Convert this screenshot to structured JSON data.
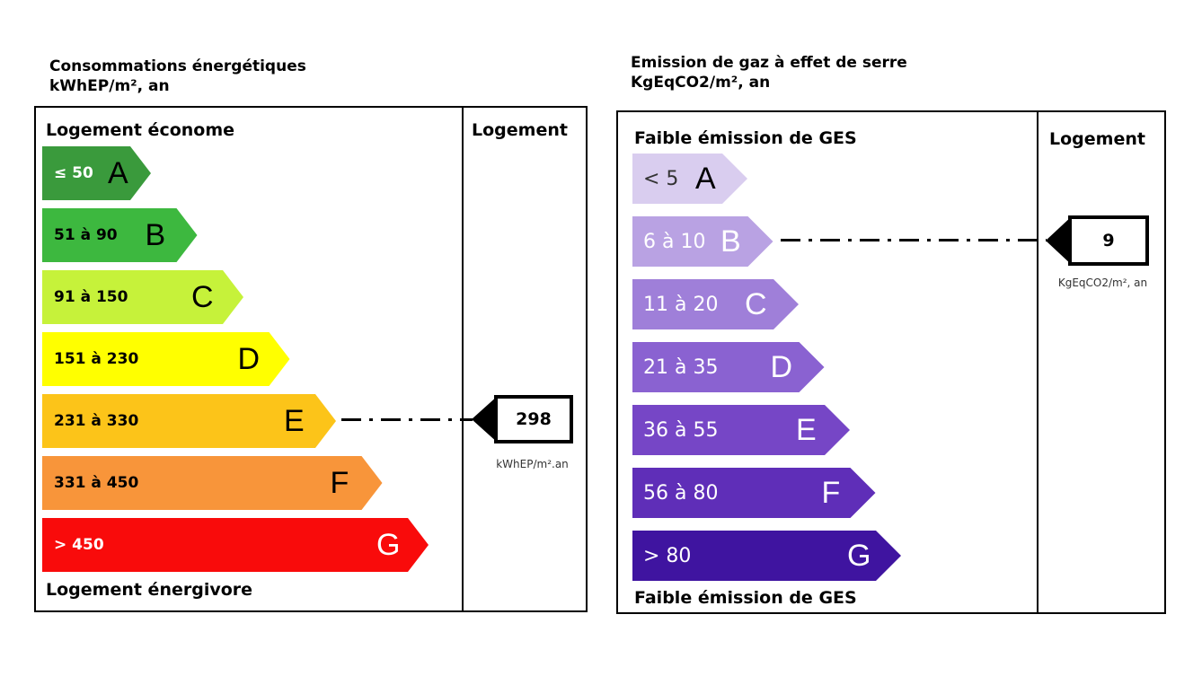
{
  "energy": {
    "title_line1": "Consommations énergétiques",
    "title_line2": "kWhEP/m², an",
    "top_label": "Logement économe",
    "bottom_label": "Logement énergivore",
    "column_header": "Logement",
    "value": "298",
    "unit": "kWhEP/m².an",
    "selected_class": "E",
    "classes": [
      {
        "letter": "A",
        "range": "≤ 50",
        "color": "#3a9a3c"
      },
      {
        "letter": "B",
        "range": "51 à 90",
        "color": "#3db83f"
      },
      {
        "letter": "C",
        "range": "91 à 150",
        "color": "#c6f23a"
      },
      {
        "letter": "D",
        "range": "151 à 230",
        "color": "#ffff00"
      },
      {
        "letter": "E",
        "range": "231 à 330",
        "color": "#fcc419"
      },
      {
        "letter": "F",
        "range": "331 à 450",
        "color": "#f8953a"
      },
      {
        "letter": "G",
        "range": "> 450",
        "color": "#f90b0b"
      }
    ]
  },
  "ges": {
    "title_line1": "Emission de gaz à effet de serre",
    "title_line2": "KgEqCO2/m², an",
    "top_label": "Faible émission de GES",
    "bottom_label": "Faible émission de GES",
    "column_header": "Logement",
    "value": "9",
    "unit": "KgEqCO2/m², an",
    "selected_class": "B",
    "classes": [
      {
        "letter": "A",
        "range": "< 5",
        "color": "#d9cdef"
      },
      {
        "letter": "B",
        "range": "6 à 10",
        "color": "#b9a2e3"
      },
      {
        "letter": "C",
        "range": "11 à 20",
        "color": "#9f7fd9"
      },
      {
        "letter": "D",
        "range": "21 à 35",
        "color": "#8a62d1"
      },
      {
        "letter": "E",
        "range": "36 à 55",
        "color": "#7646c6"
      },
      {
        "letter": "F",
        "range": "56 à 80",
        "color": "#5f2eb8"
      },
      {
        "letter": "G",
        "range": "> 80",
        "color": "#3f14a0"
      }
    ]
  },
  "chart_data": [
    {
      "type": "bar",
      "title": "Consommations énergétiques",
      "ylabel": "kWhEP/m², an",
      "categories": [
        "A",
        "B",
        "C",
        "D",
        "E",
        "F",
        "G"
      ],
      "ranges": [
        "≤ 50",
        "51 à 90",
        "91 à 150",
        "151 à 230",
        "231 à 330",
        "331 à 450",
        "> 450"
      ],
      "value": 298,
      "value_unit": "kWhEP/m².an",
      "selected": "E"
    },
    {
      "type": "bar",
      "title": "Emission de gaz à effet de serre",
      "ylabel": "KgEqCO2/m², an",
      "categories": [
        "A",
        "B",
        "C",
        "D",
        "E",
        "F",
        "G"
      ],
      "ranges": [
        "< 5",
        "6 à 10",
        "11 à 20",
        "21 à 35",
        "36 à 55",
        "56 à 80",
        "> 80"
      ],
      "value": 9,
      "value_unit": "KgEqCO2/m², an",
      "selected": "B"
    }
  ]
}
